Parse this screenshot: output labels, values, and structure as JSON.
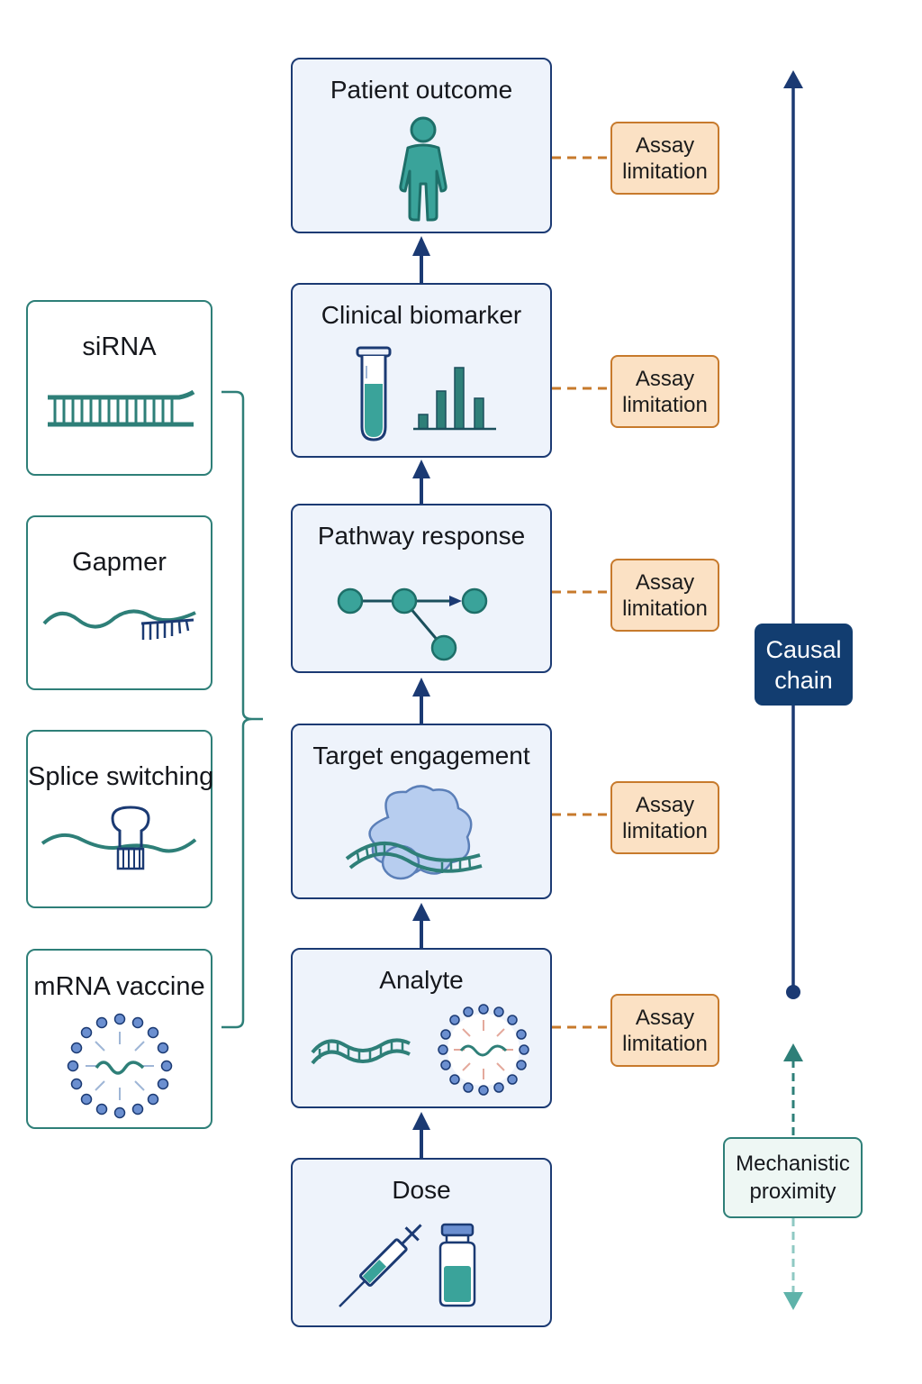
{
  "stages": [
    {
      "id": "patient-outcome",
      "label": "Patient outcome"
    },
    {
      "id": "clinical-biomarker",
      "label": "Clinical biomarker"
    },
    {
      "id": "pathway-response",
      "label": "Pathway response"
    },
    {
      "id": "target-engagement",
      "label": "Target engagement"
    },
    {
      "id": "analyte",
      "label": "Analyte"
    },
    {
      "id": "dose",
      "label": "Dose"
    }
  ],
  "assay_limitation": {
    "line1": "Assay",
    "line2": "limitation"
  },
  "modalities": [
    {
      "id": "sirna",
      "label": "siRNA"
    },
    {
      "id": "gapmer",
      "label": "Gapmer"
    },
    {
      "id": "splice-switching",
      "label": "Splice switching"
    },
    {
      "id": "mrna-vaccine",
      "label": "mRNA vaccine"
    }
  ],
  "causal_chain": {
    "line1": "Causal",
    "line2": "chain"
  },
  "mechanistic_proximity": {
    "line1": "Mechanistic",
    "line2": "proximity"
  },
  "icons": [
    "person-icon",
    "test-tube-icon",
    "bar-chart-icon",
    "pathway-network-icon",
    "protein-rna-complex-icon",
    "rna-strand-icon",
    "lipid-nanoparticle-icon",
    "syringe-icon",
    "vial-icon",
    "sirna-duplex-icon",
    "gapmer-icon",
    "splice-switching-icon"
  ],
  "colors": {
    "navy": "#1b3a73",
    "teal": "#2e7f78",
    "orange": "#c77a2c",
    "box_fill": "#eef3fb",
    "limit_fill": "#fbe1c4"
  }
}
